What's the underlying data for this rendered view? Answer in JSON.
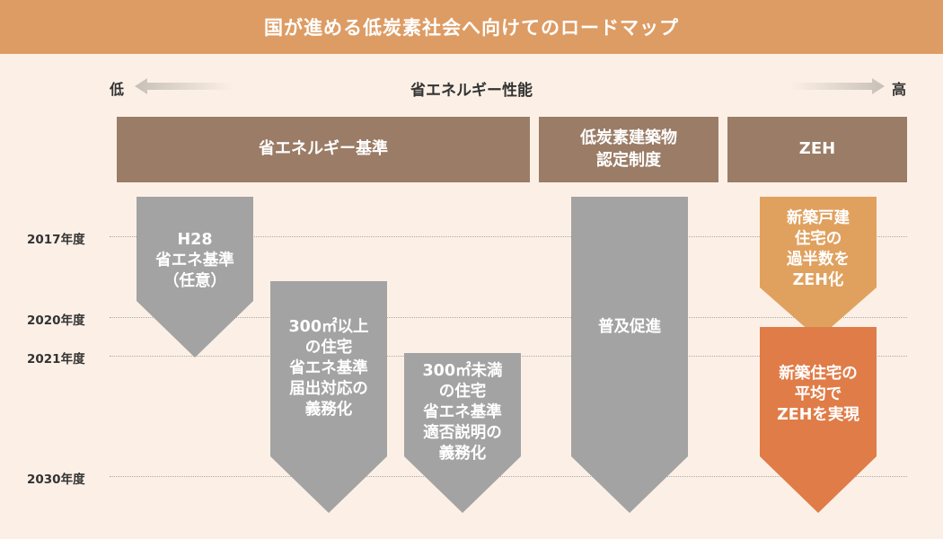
{
  "title": "国が進める低炭素社会へ向けてのロードマップ",
  "axis": {
    "low": "低",
    "label": "省エネルギー性能",
    "high": "高"
  },
  "categories": [
    {
      "id": "standard",
      "label": "省エネルギー基準"
    },
    {
      "id": "cert",
      "label": "低炭素建築物\n認定制度"
    },
    {
      "id": "zeh",
      "label": "ZEH"
    }
  ],
  "years": [
    "2017年度",
    "2020年度",
    "2021年度",
    "2030年度"
  ],
  "arrows": [
    {
      "id": "h28",
      "text": "H28\n省エネ基準\n（任意）",
      "color": "#a3a3a3"
    },
    {
      "id": "over300",
      "text": "300㎡以上\nの住宅\n省エネ基準\n届出対応の\n義務化",
      "color": "#a3a3a3"
    },
    {
      "id": "under300",
      "text": "300㎡未満\nの住宅\n省エネ基準\n適否説明の\n義務化",
      "color": "#a3a3a3"
    },
    {
      "id": "fukyu",
      "text": "普及促進",
      "color": "#a3a3a3"
    },
    {
      "id": "zeh-half",
      "text": "新築戸建\n住宅の\n過半数を\nZEH化",
      "color": "#e0a15f"
    },
    {
      "id": "zeh-avg",
      "text": "新築住宅の\n平均で\nZEHを実現",
      "color": "#e07c48"
    }
  ],
  "colors": {
    "title_bar": "#dd9c64",
    "category": "#9b7c66",
    "arrow_gray": "#a3a3a3",
    "arrow_orange_light": "#e0a15f",
    "arrow_orange_dark": "#e07c48",
    "background": "#fcf0e6"
  }
}
